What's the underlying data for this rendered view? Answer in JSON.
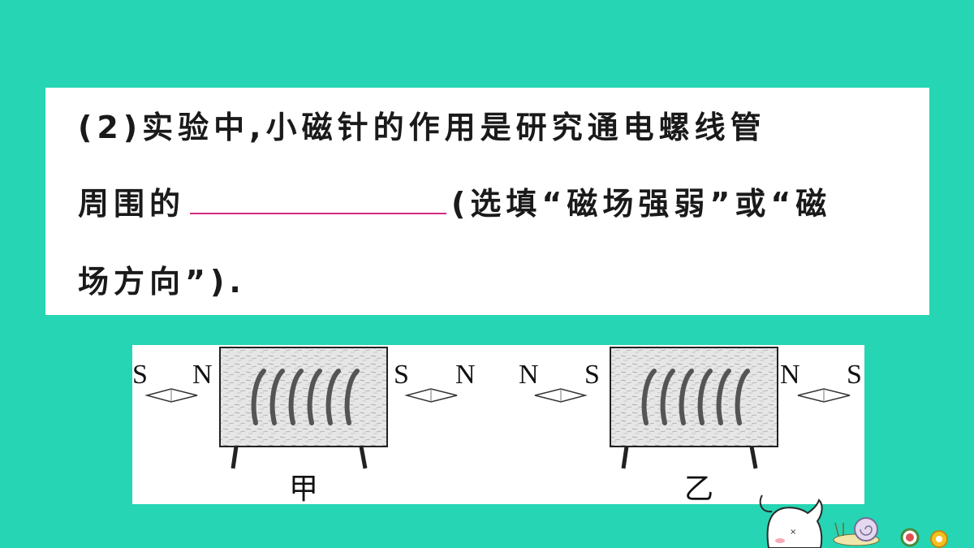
{
  "question": {
    "line1": "(2)实验中,小磁针的作用是研究通电螺线管",
    "line2_before": "周围的",
    "line2_after": "(选填“磁场强弱”或“磁",
    "line3": "场方向”)."
  },
  "figures": [
    {
      "label": "甲",
      "left_needle_poles": [
        "S",
        "N"
      ],
      "right_needle_poles": [
        "S",
        "N"
      ]
    },
    {
      "label": "乙",
      "left_needle_poles": [
        "N",
        "S"
      ],
      "right_needle_poles": [
        "N",
        "S"
      ]
    }
  ],
  "colors": {
    "background": "#26d5b3",
    "answer_blank": "#d42a7f"
  }
}
